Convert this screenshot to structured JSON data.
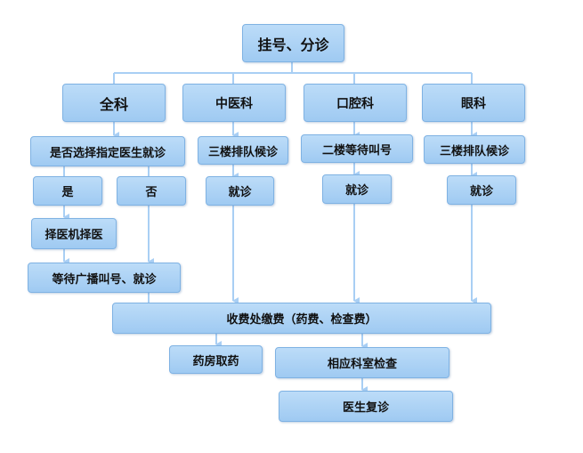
{
  "nodes": {
    "registration": "挂号、分诊",
    "general": "全科",
    "tcm": "中医科",
    "dental": "口腔科",
    "ophthalmology": "眼科",
    "choose_doctor": "是否选择指定医生就诊",
    "yes": "是",
    "no": "否",
    "self_select": "择医机择医",
    "wait_call": "等待广播叫号、就诊",
    "tcm_queue": "三楼排队候诊",
    "dental_queue": "二楼等待叫号",
    "eye_queue": "三楼排队候诊",
    "tcm_visit": "就诊",
    "dental_visit": "就诊",
    "eye_visit": "就诊",
    "payment": "收费处缴费（药费、检查费）",
    "pharmacy": "药房取药",
    "exam": "相应科室检查",
    "revisit": "医生复诊"
  },
  "colors": {
    "node_fill": "#a9d1f6",
    "node_border": "#7fb2e3",
    "connector": "#a9cff4"
  }
}
